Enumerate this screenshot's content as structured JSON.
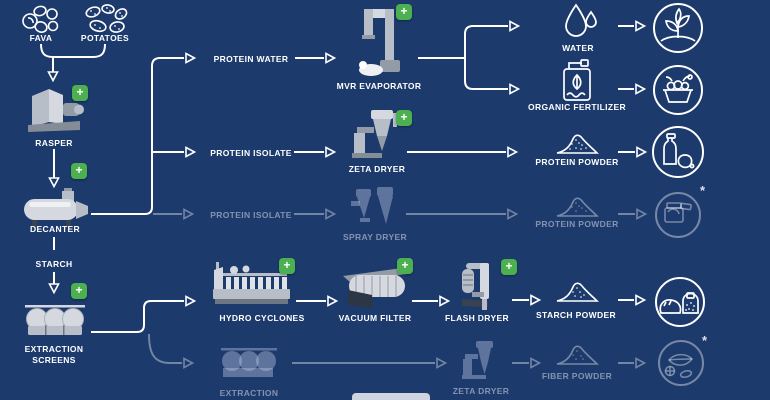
{
  "ui": {
    "add_label": "+",
    "asterisk": "*"
  },
  "colors": {
    "background": "#1d3a6d",
    "line": "#ffffff",
    "faded_line": "rgba(255,255,255,0.38)",
    "add_button": "#4caf50"
  },
  "sources": {
    "fava": "FAVA",
    "potatoes": "POTATOES"
  },
  "prep": {
    "rasper": "RASPER",
    "decanter": "DECANTER",
    "starch": "STARCH",
    "extraction_line1": "EXTRACTION",
    "extraction_line2": "SCREENS"
  },
  "row_protein_water": {
    "stream": "PROTEIN WATER",
    "machine": "MVR EVAPORATOR",
    "output1": "WATER",
    "output2": "ORGANIC FERTILIZER"
  },
  "row_protein_isolate": {
    "stream": "PROTEIN ISOLATE",
    "machine": "ZETA DRYER",
    "product": "PROTEIN POWDER"
  },
  "row_protein_isolate_alt": {
    "stream": "PROTEIN ISOLATE",
    "machine": "SPRAY DRYER",
    "product": "PROTEIN POWDER"
  },
  "row_starch": {
    "machine1": "HYDRO CYCLONES",
    "machine2": "VACUUM FILTER",
    "machine3": "FLASH DRYER",
    "product": "STARCH POWDER"
  },
  "row_fiber": {
    "machine1": "EXTRACTION",
    "machine2": "ZETA DRYER",
    "product": "FIBER POWDER"
  }
}
